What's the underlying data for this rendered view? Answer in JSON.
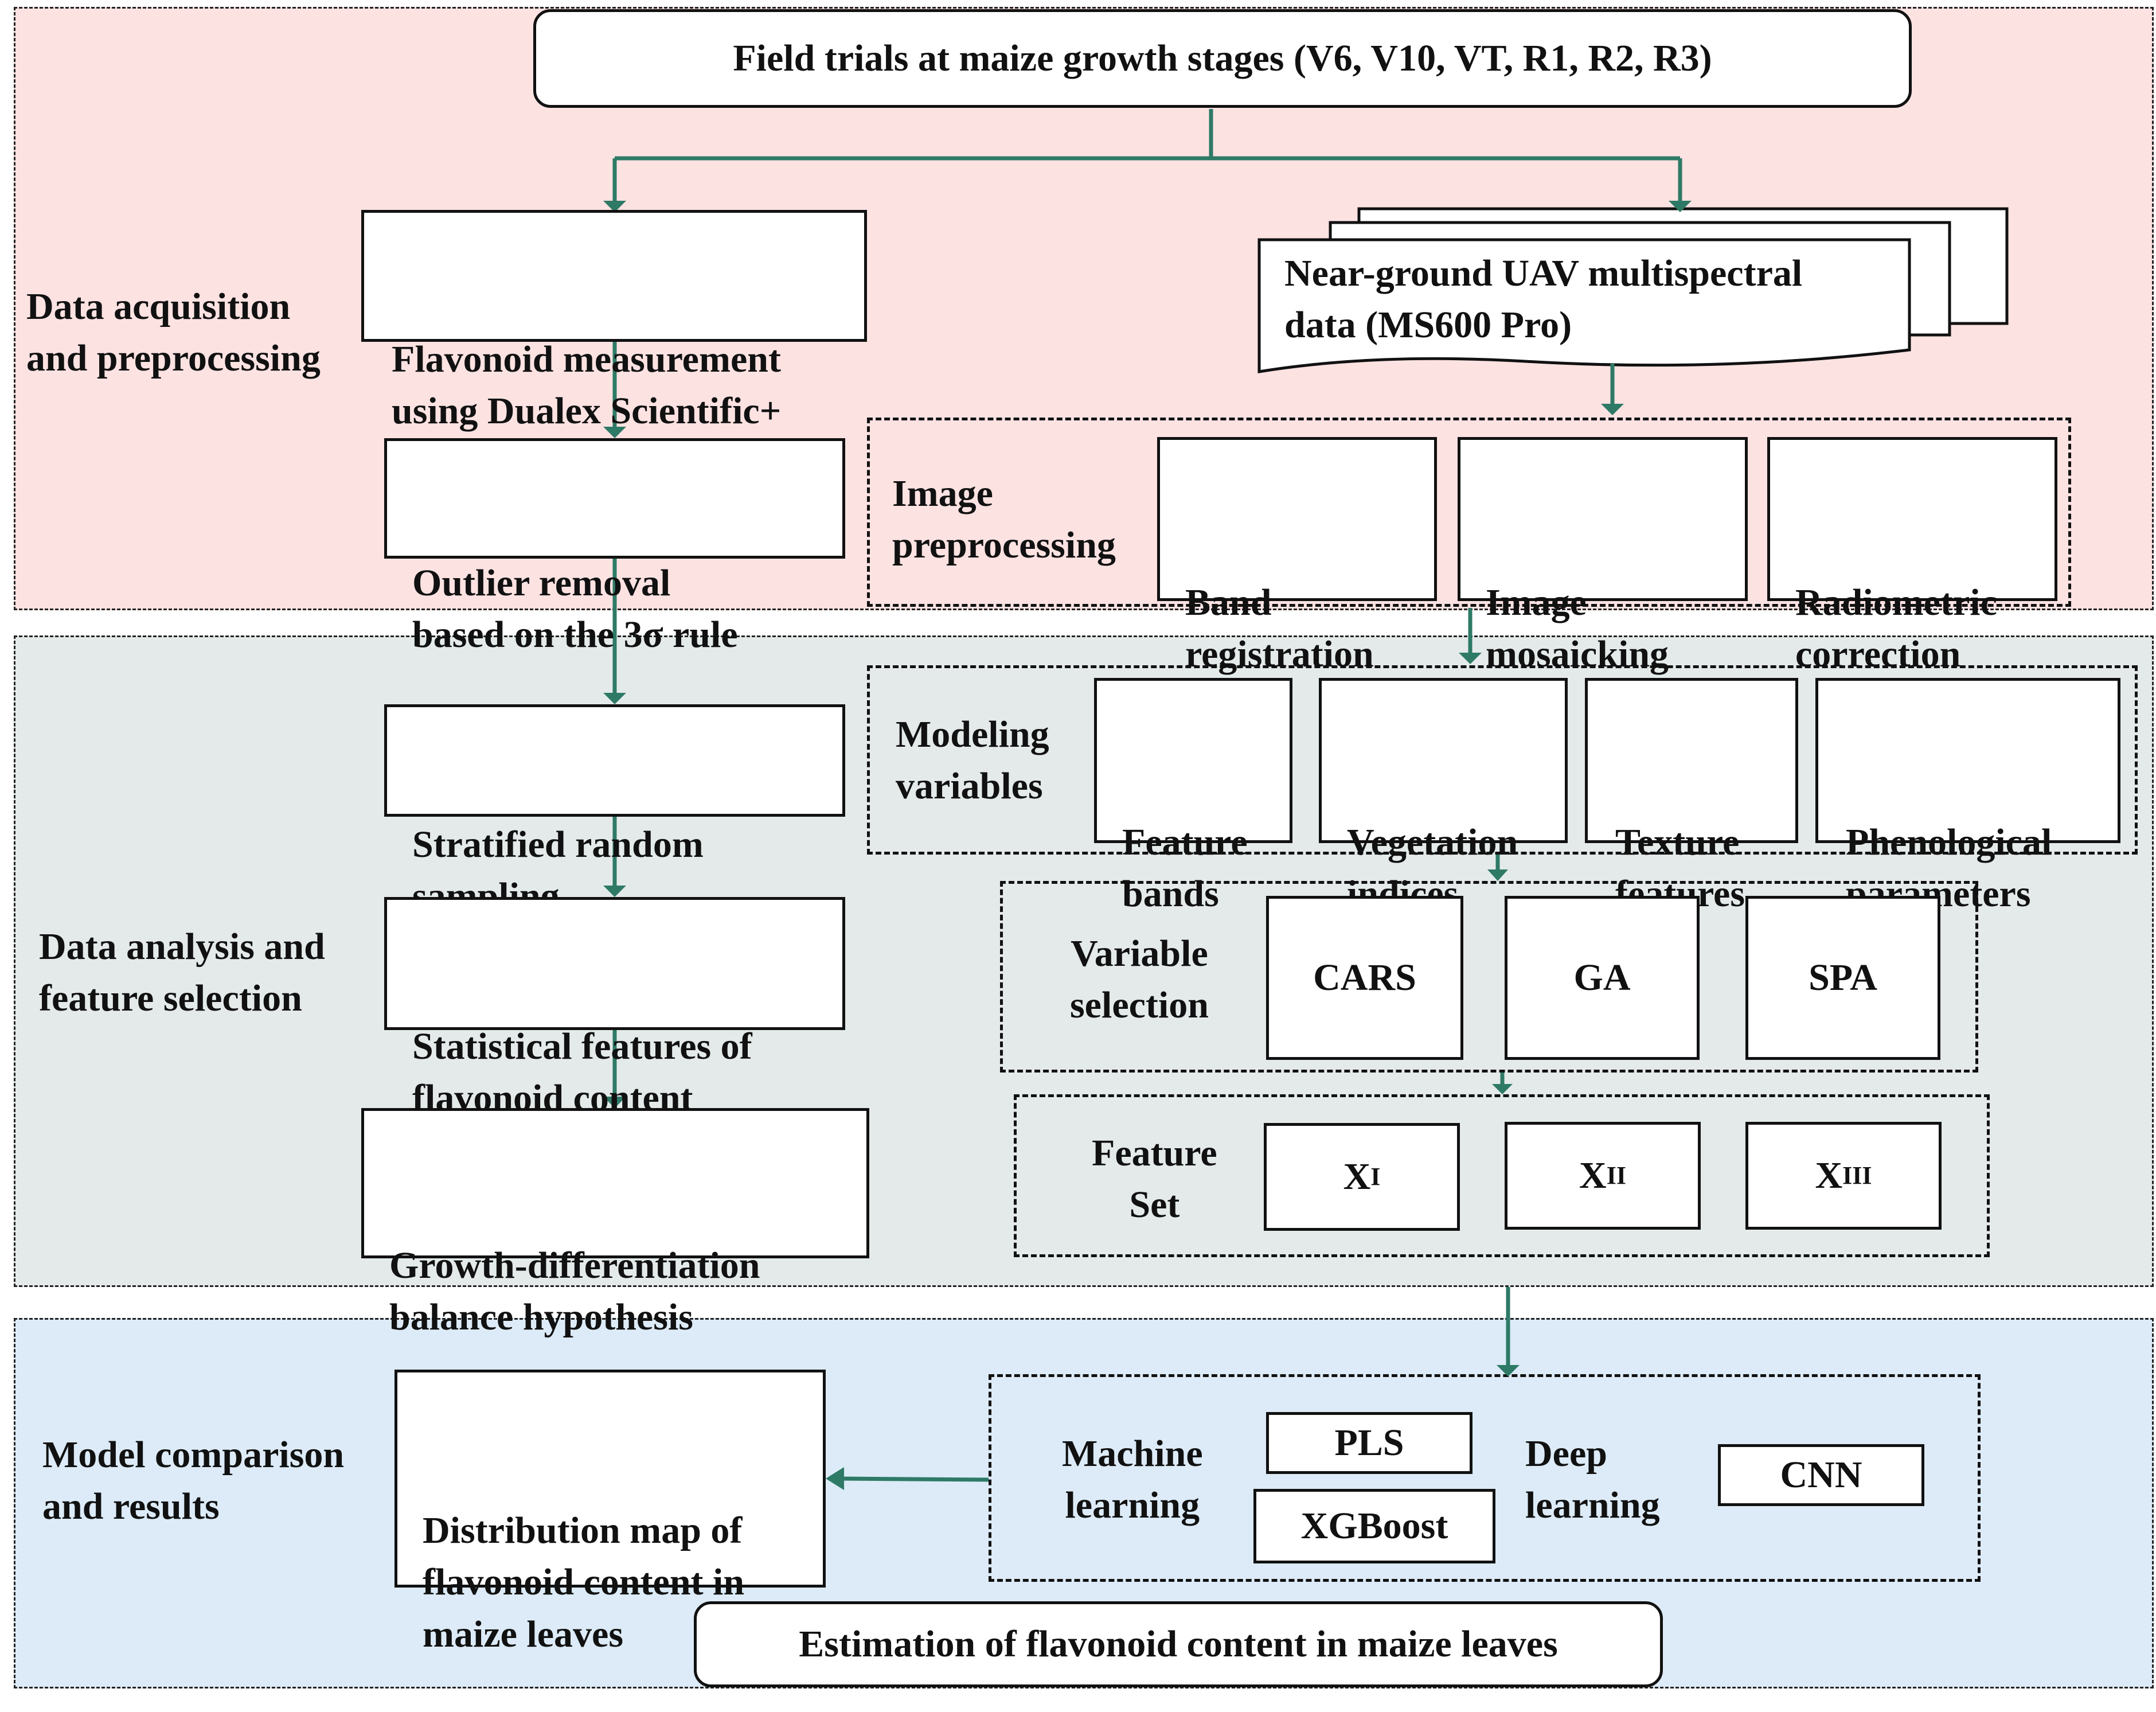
{
  "sections": {
    "acquisition": "Data acquisition\nand preprocessing",
    "analysis": "Data analysis and\nfeature selection",
    "model": "Model comparison\nand results"
  },
  "nodes": {
    "field_trials": "Field trials at maize growth stages (V6, V10, VT, R1, R2, R3)",
    "flavonoid_measurement": "Flavonoid measurement\nusing Dualex Scientific+",
    "uav_data": "Near-ground UAV multispectral\ndata (MS600 Pro)",
    "outlier_removal": "Outlier removal\nbased on the 3σ rule",
    "image_preprocessing": "Image\npreprocessing",
    "band_registration": "Band\nregistration",
    "image_mosaicking": "Image\nmosaicking",
    "radiometric_correction": "Radiometric\ncorrection",
    "stratified_sampling": "Stratified random\nsampling",
    "statistical_features": "Statistical features of\nflavonoid content",
    "growth_hypothesis": "Growth-differentiation\nbalance hypothesis",
    "modeling_variables": "Modeling\nvariables",
    "feature_bands": "Feature\nbands",
    "vegetation_indices": "Vegetation\nindices",
    "texture_features": "Texture\nfeatures",
    "phenological_parameters": "Phenological\nparameters",
    "variable_selection": "Variable\nselection",
    "cars": "CARS",
    "ga": "GA",
    "spa": "SPA",
    "feature_set": "Feature\nSet",
    "x1_base": "X",
    "x1_sub": "I",
    "x2_base": "X",
    "x2_sub": "II",
    "x3_base": "X",
    "x3_sub": "III",
    "distribution_map": "Distribution map of\nflavonoid content in\nmaize leaves",
    "machine_learning": "Machine\nlearning",
    "pls": "PLS",
    "xgboost": "XGBoost",
    "deep_learning": "Deep\nlearning",
    "cnn": "CNN",
    "estimation": "Estimation of flavonoid content in maize leaves"
  },
  "colors": {
    "acquisition_bg": "#fde2e2",
    "analysis_bg": "#e4eaea",
    "model_bg": "#dcebf7",
    "arrow": "#2e7a66"
  }
}
